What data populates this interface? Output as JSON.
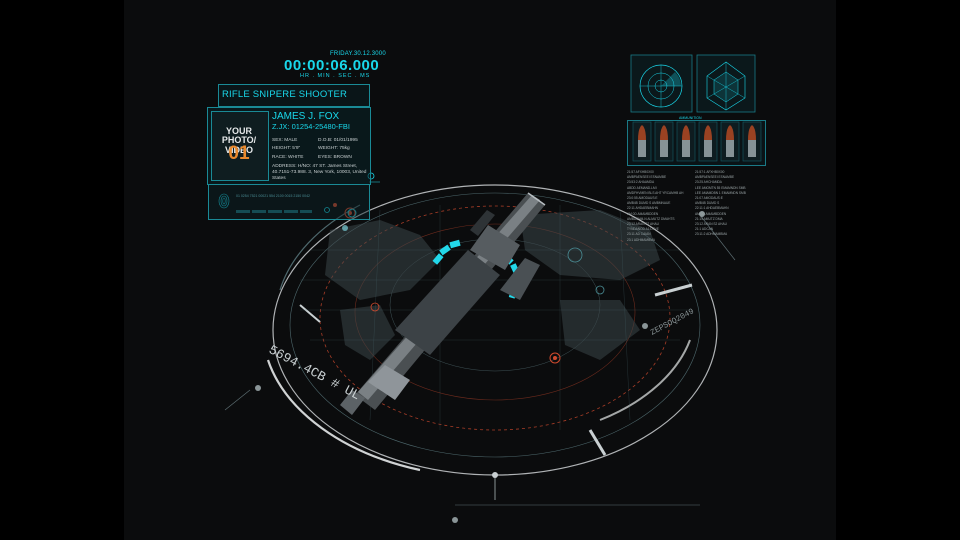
{
  "timer": {
    "date": "FRIDAY.30.12.3000",
    "value": "00:00:06.000",
    "units": "HR . MIN . SEC . MS"
  },
  "profile": {
    "title": "RIFLE SNIPERE SHOOTER",
    "photo_line1": "YOUR",
    "photo_line2": "PHOTO/ VIDEO",
    "photo_number": "01",
    "name": "JAMES J. FOX",
    "id": "Z.JX: 01254-25480-FBI",
    "sex": "SEX: MALE",
    "dob": "D.O.B: 01/01/1995",
    "height": "HEIGHT: 5'9\"",
    "weight": "WEIGHT: 75kg",
    "race": "RACE: WHITE",
    "eyes": "EYES: BROWN",
    "address": "ADDRESS: H/NO: 47 ST. James Street, 40.7151-73.988. 3, New York, 10003, United States"
  },
  "scan": {
    "text": "01 0254 7521 00021 554 2100 0015 2150 0042"
  },
  "ammo": {
    "title": "AMMUNITION",
    "count": 6,
    "tip_color": "#e8531f",
    "case_color": "#c9ced2"
  },
  "ring": {
    "label": "5694.4CB # UL",
    "label_right": "ZEPSOQ2049"
  },
  "data_columns": {
    "left": "21:57 AFXHB0X00\nAMBPAENSEEI ESNAMBE\n23:53:2 AHAAMDA\nABDD AEMAND-LMI\nAMDFHVMEN BLS AHT YRCAMHB AH\n23:0:55 AMODAUS:E\nAMB4B DUMD S AMBMNAUE\n22:11 AHDAEBMAHN\nAM 0D AMAMBDDEN\nAMBDENM-N ALMUTZ DMAHTS\n23:12 ARAN S2 AHAU\nTYNDANOD A1:DTVE\n23:11 AD CAIAN\n23:1 ADHMAMBMA",
    "right": "21:57:1 AFXHB0X00\nAMBPAENSEEI ESNAMBE\n23:25 AHCHAMDA\nLEE AMOMTN 55 EMAMNDN SMB\nLEE AMAMDBN 1 EMAMNDN SMB\n21:07 AMODAUS:E\nAMB4B DUMD S\n22:11:1 AHDAEBMAHN\nAM 0D AMAMBDDEN\n21:15 AMUTZ DMA\n23:12 ARAN S2 AHAU\n21:1 ADCAN\n23:11:2 ADHMAMBMA"
  }
}
